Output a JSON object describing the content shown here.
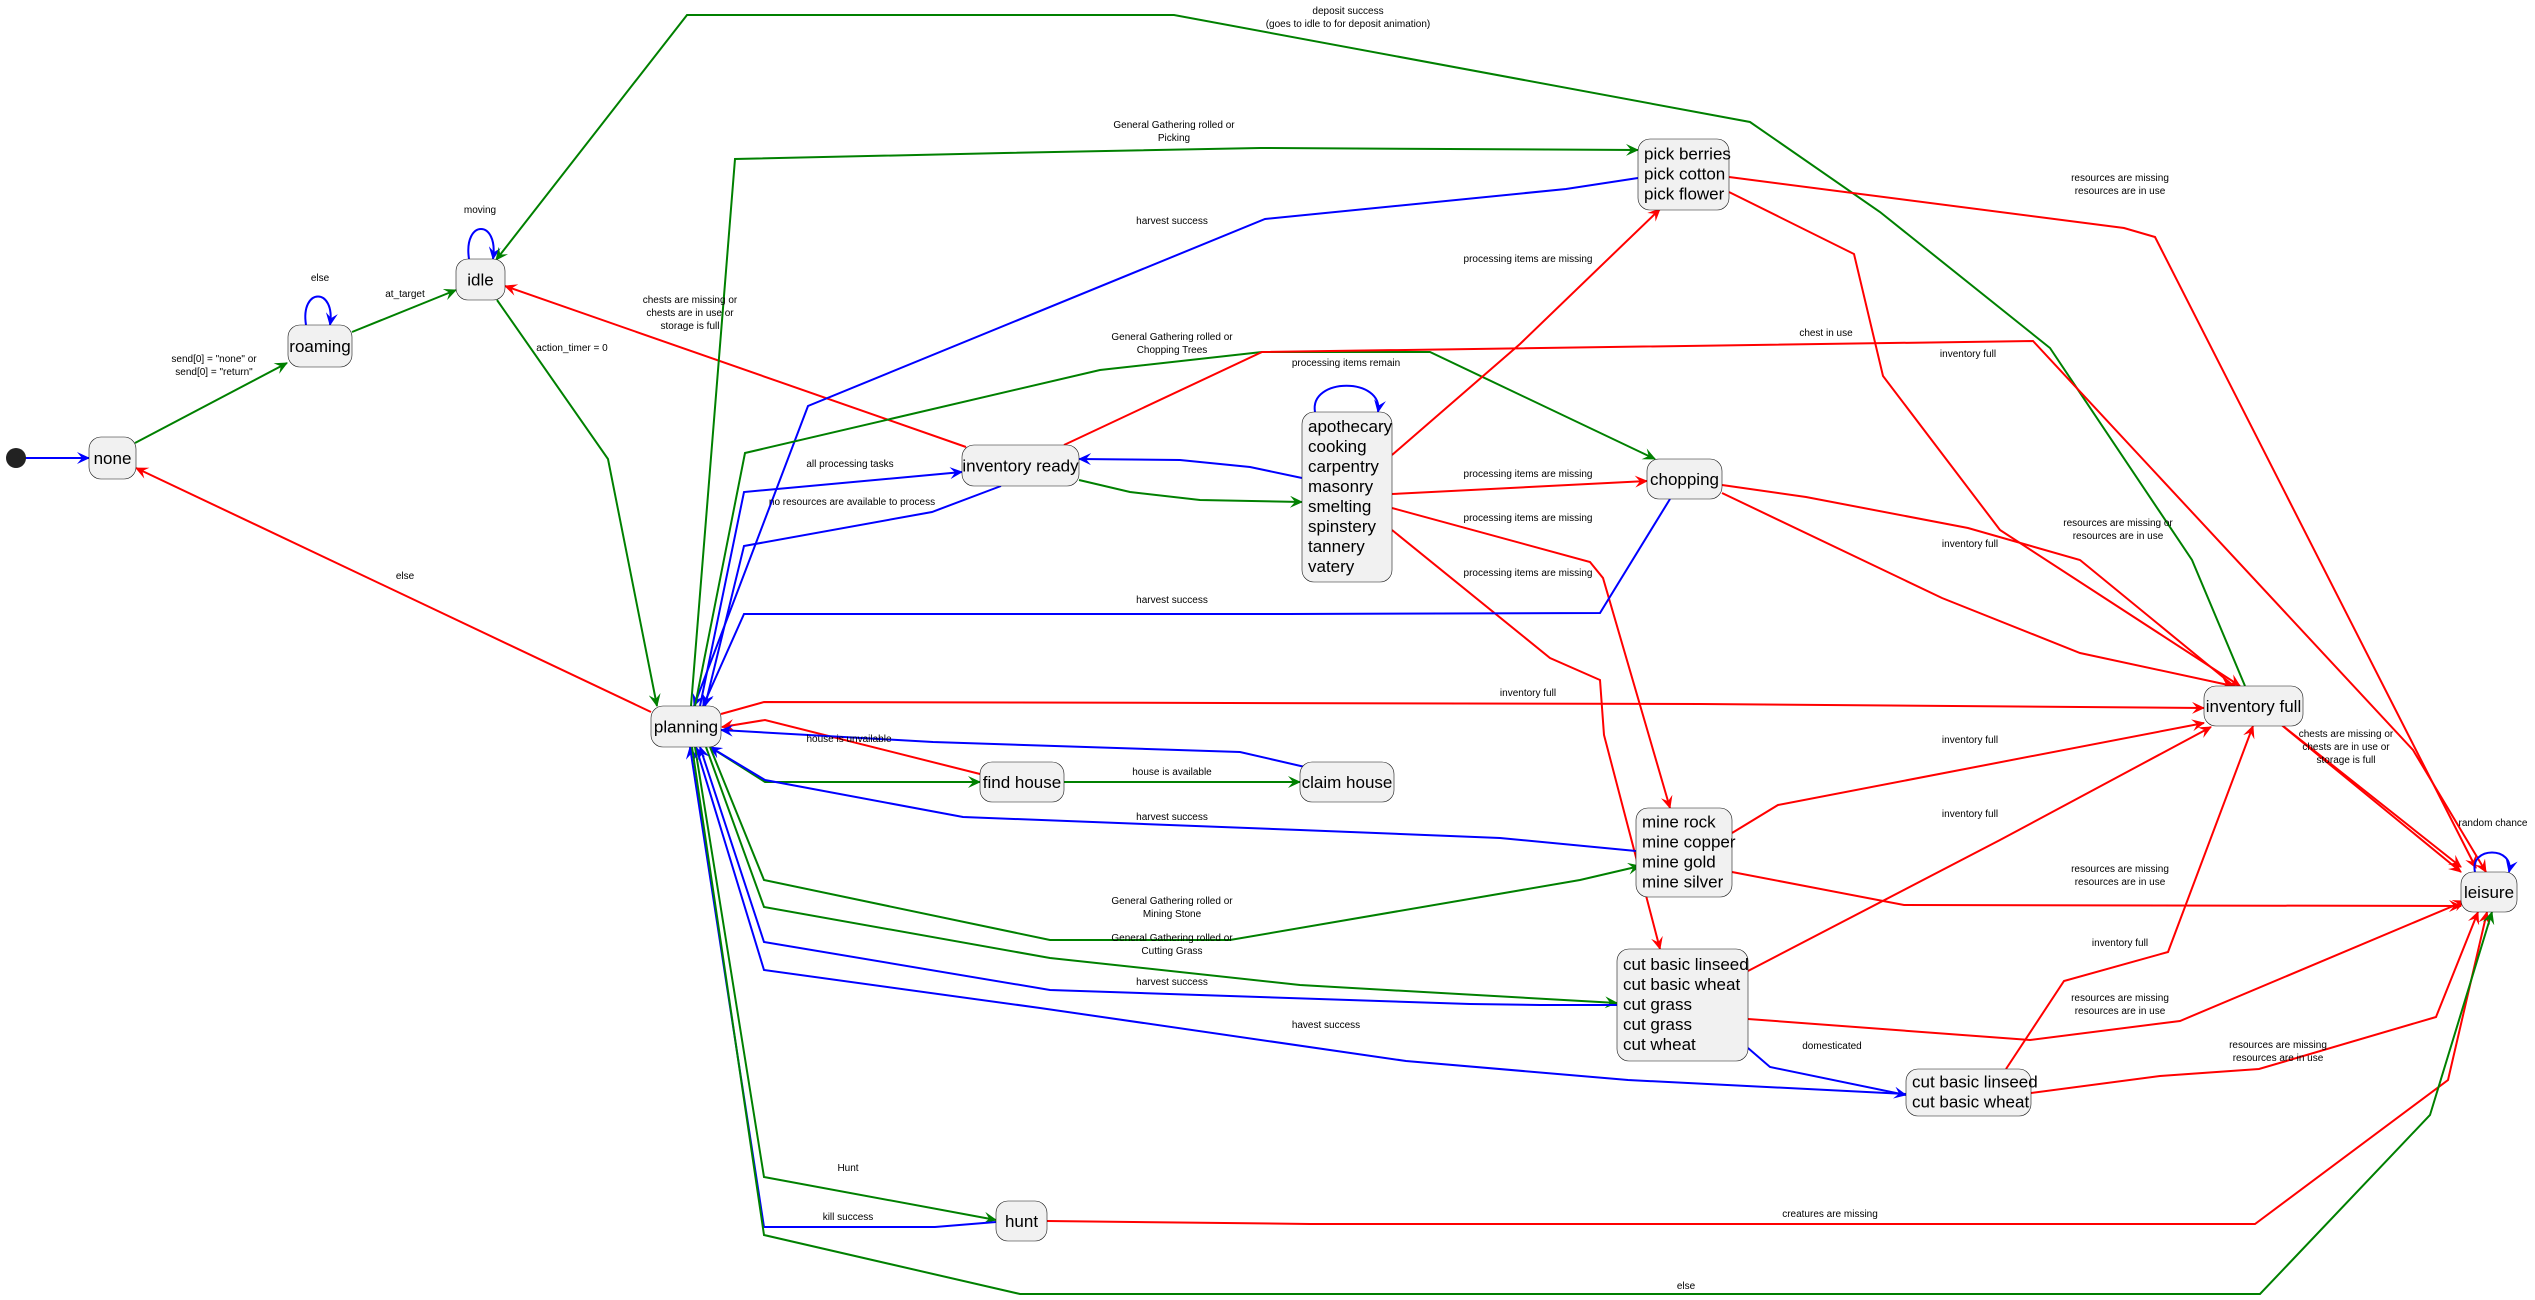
{
  "title": "villager state machine",
  "colors": {
    "blue": "#0000ff",
    "green": "#008000",
    "red": "#ff0000",
    "node_fill": "#f1f1f1",
    "node_border": "#181818"
  },
  "nodes": {
    "start": {
      "lines": []
    },
    "none": {
      "lines": [
        "none"
      ]
    },
    "roaming": {
      "lines": [
        "roaming"
      ]
    },
    "idle": {
      "lines": [
        "idle"
      ]
    },
    "planning": {
      "lines": [
        "planning"
      ]
    },
    "inventory_ready": {
      "lines": [
        "inventory ready"
      ]
    },
    "processing": {
      "lines": [
        "apothecary",
        "cooking",
        "carpentry",
        "masonry",
        "smelting",
        "spinstery",
        "tannery",
        "vatery"
      ]
    },
    "pick": {
      "lines": [
        "pick berries",
        "pick cotton",
        "pick flower"
      ]
    },
    "chopping": {
      "lines": [
        "chopping"
      ]
    },
    "inventory_full": {
      "lines": [
        "inventory full"
      ]
    },
    "find_house": {
      "lines": [
        "find house"
      ]
    },
    "claim_house": {
      "lines": [
        "claim house"
      ]
    },
    "mine": {
      "lines": [
        "mine rock",
        "mine copper",
        "mine gold",
        "mine silver"
      ]
    },
    "cut": {
      "lines": [
        "cut basic linseed",
        "cut basic wheat",
        "cut grass",
        "cut grass",
        "cut wheat"
      ]
    },
    "cut_domestic": {
      "lines": [
        "cut basic linseed",
        "cut basic wheat"
      ]
    },
    "leisure": {
      "lines": [
        "leisure"
      ]
    },
    "hunt": {
      "lines": [
        "hunt"
      ]
    }
  },
  "edges": [
    {
      "id": "start-none",
      "from": "start",
      "to": "none",
      "color": "blue",
      "label": []
    },
    {
      "id": "none-roaming",
      "from": "none",
      "to": "roaming",
      "color": "green",
      "label": [
        "send[0] = \"none\" or",
        "send[0] = \"return\""
      ]
    },
    {
      "id": "roaming-self",
      "from": "roaming",
      "to": "roaming",
      "color": "blue",
      "label": [
        "else"
      ]
    },
    {
      "id": "roaming-idle",
      "from": "roaming",
      "to": "idle",
      "color": "green",
      "label": [
        "at_target"
      ]
    },
    {
      "id": "idle-self",
      "from": "idle",
      "to": "idle",
      "color": "blue",
      "label": [
        "moving"
      ]
    },
    {
      "id": "idle-planning",
      "from": "idle",
      "to": "planning",
      "color": "green",
      "label": [
        "action_timer = 0"
      ]
    },
    {
      "id": "planning-none",
      "from": "planning",
      "to": "none",
      "color": "red",
      "label": [
        "else"
      ]
    },
    {
      "id": "invfull-idle",
      "from": "inventory_full",
      "to": "idle",
      "color": "green",
      "label": [
        "deposit success",
        "(goes to idle to for deposit animation)"
      ]
    },
    {
      "id": "invready-idle",
      "from": "inventory_ready",
      "to": "idle",
      "color": "red",
      "label": [
        "chests are missing or",
        "chests are in use or",
        "storage is full"
      ]
    },
    {
      "id": "planning-pick",
      "from": "planning",
      "to": "pick",
      "color": "green",
      "label": [
        "General Gathering rolled or",
        "Picking"
      ]
    },
    {
      "id": "pick-planning",
      "from": "pick",
      "to": "planning",
      "color": "blue",
      "label": [
        "harvest success"
      ]
    },
    {
      "id": "planning-chopping",
      "from": "planning",
      "to": "chopping",
      "color": "green",
      "label": [
        "General Gathering rolled or",
        "Chopping Trees"
      ]
    },
    {
      "id": "invready-leisure",
      "from": "inventory_ready",
      "to": "leisure",
      "color": "red",
      "label": [
        "chest in use"
      ]
    },
    {
      "id": "planning-invready",
      "from": "planning",
      "to": "inventory_ready",
      "color": "blue",
      "label": [
        "all processing tasks"
      ]
    },
    {
      "id": "invready-planning",
      "from": "inventory_ready",
      "to": "planning",
      "color": "blue",
      "label": [
        "no resources are available to process"
      ]
    },
    {
      "id": "invready-processing",
      "from": "inventory_ready",
      "to": "processing",
      "color": "green",
      "label": []
    },
    {
      "id": "processing-invready",
      "from": "processing",
      "to": "inventory_ready",
      "color": "blue",
      "label": []
    },
    {
      "id": "processing-self",
      "from": "processing",
      "to": "processing",
      "color": "blue",
      "label": [
        "processing items remain"
      ]
    },
    {
      "id": "processing-pick",
      "from": "processing",
      "to": "pick",
      "color": "red",
      "label": [
        "processing items are missing"
      ]
    },
    {
      "id": "processing-chopping",
      "from": "processing",
      "to": "chopping",
      "color": "red",
      "label": [
        "processing items are missing"
      ]
    },
    {
      "id": "processing-mine",
      "from": "processing",
      "to": "mine",
      "color": "red",
      "label": [
        "processing items are missing"
      ]
    },
    {
      "id": "processing-cut",
      "from": "processing",
      "to": "cut",
      "color": "red",
      "label": [
        "processing items are missing"
      ]
    },
    {
      "id": "chopping-planning",
      "from": "chopping",
      "to": "planning",
      "color": "blue",
      "label": [
        "harvest success"
      ]
    },
    {
      "id": "pick-leisure",
      "from": "pick",
      "to": "leisure",
      "color": "red",
      "label": [
        "resources are missing",
        "resources are in use"
      ]
    },
    {
      "id": "pick-invfull",
      "from": "pick",
      "to": "inventory_full",
      "color": "red",
      "label": [
        "inventory full"
      ]
    },
    {
      "id": "chopping-invfull",
      "from": "chopping",
      "to": "inventory_full",
      "color": "red",
      "label": [
        "inventory full"
      ]
    },
    {
      "id": "chopping-leisure",
      "from": "chopping",
      "to": "leisure",
      "color": "red",
      "label": [
        "resources are missing or",
        "resources are in use"
      ]
    },
    {
      "id": "planning-invfull",
      "from": "planning",
      "to": "inventory_full",
      "color": "red",
      "label": [
        "inventory full"
      ]
    },
    {
      "id": "invfull-leisure",
      "from": "inventory_full",
      "to": "leisure",
      "color": "red",
      "label": [
        "chests are missing or",
        "chests are in use or",
        "storage is full"
      ]
    },
    {
      "id": "leisure-self",
      "from": "leisure",
      "to": "leisure",
      "color": "blue",
      "label": [
        "random chance"
      ]
    },
    {
      "id": "findhouse-planning",
      "from": "find_house",
      "to": "planning",
      "color": "red",
      "label": [
        "house is unvailable"
      ]
    },
    {
      "id": "planning-findhouse",
      "from": "planning",
      "to": "find_house",
      "color": "green",
      "label": []
    },
    {
      "id": "findhouse-claimhouse",
      "from": "find_house",
      "to": "claim_house",
      "color": "green",
      "label": [
        "house is available"
      ]
    },
    {
      "id": "claimhouse-planning",
      "from": "claim_house",
      "to": "planning",
      "color": "blue",
      "label": []
    },
    {
      "id": "mine-planning",
      "from": "mine",
      "to": "planning",
      "color": "blue",
      "label": [
        "harvest success"
      ]
    },
    {
      "id": "mine-invfull",
      "from": "mine",
      "to": "inventory_full",
      "color": "red",
      "label": [
        "inventory full"
      ]
    },
    {
      "id": "mine-leisure",
      "from": "mine",
      "to": "leisure",
      "color": "red",
      "label": [
        "resources are missing",
        "resources are in use"
      ]
    },
    {
      "id": "planning-mine",
      "from": "planning",
      "to": "mine",
      "color": "green",
      "label": [
        "General Gathering rolled or",
        "Mining Stone"
      ]
    },
    {
      "id": "planning-cut",
      "from": "planning",
      "to": "cut",
      "color": "green",
      "label": [
        "General Gathering rolled or",
        "Cutting Grass"
      ]
    },
    {
      "id": "cut-planning",
      "from": "cut",
      "to": "planning",
      "color": "blue",
      "label": [
        "harvest success"
      ]
    },
    {
      "id": "cut-invfull",
      "from": "cut",
      "to": "inventory_full",
      "color": "red",
      "label": [
        "inventory full"
      ]
    },
    {
      "id": "cut-leisure",
      "from": "cut",
      "to": "leisure",
      "color": "red",
      "label": [
        "resources are missing",
        "resources are in use"
      ]
    },
    {
      "id": "cut-cutdomestic",
      "from": "cut",
      "to": "cut_domestic",
      "color": "blue",
      "label": [
        "domesticated"
      ]
    },
    {
      "id": "cutdomestic-planning",
      "from": "cut_domestic",
      "to": "planning",
      "color": "blue",
      "label": [
        "havest success"
      ]
    },
    {
      "id": "cutdomestic-invfull",
      "from": "cut_domestic",
      "to": "inventory_full",
      "color": "red",
      "label": [
        "inventory full"
      ]
    },
    {
      "id": "cutdomestic-leisure",
      "from": "cut_domestic",
      "to": "leisure",
      "color": "red",
      "label": [
        "resources are missing",
        "resources are in use"
      ]
    },
    {
      "id": "planning-hunt",
      "from": "planning",
      "to": "hunt",
      "color": "green",
      "label": [
        "Hunt"
      ]
    },
    {
      "id": "hunt-planning",
      "from": "hunt",
      "to": "planning",
      "color": "blue",
      "label": [
        "kill success"
      ]
    },
    {
      "id": "hunt-leisure",
      "from": "hunt",
      "to": "leisure",
      "color": "red",
      "label": [
        "creatures are missing"
      ]
    },
    {
      "id": "planning-leisure",
      "from": "planning",
      "to": "leisure",
      "color": "green",
      "label": [
        "else"
      ]
    }
  ]
}
